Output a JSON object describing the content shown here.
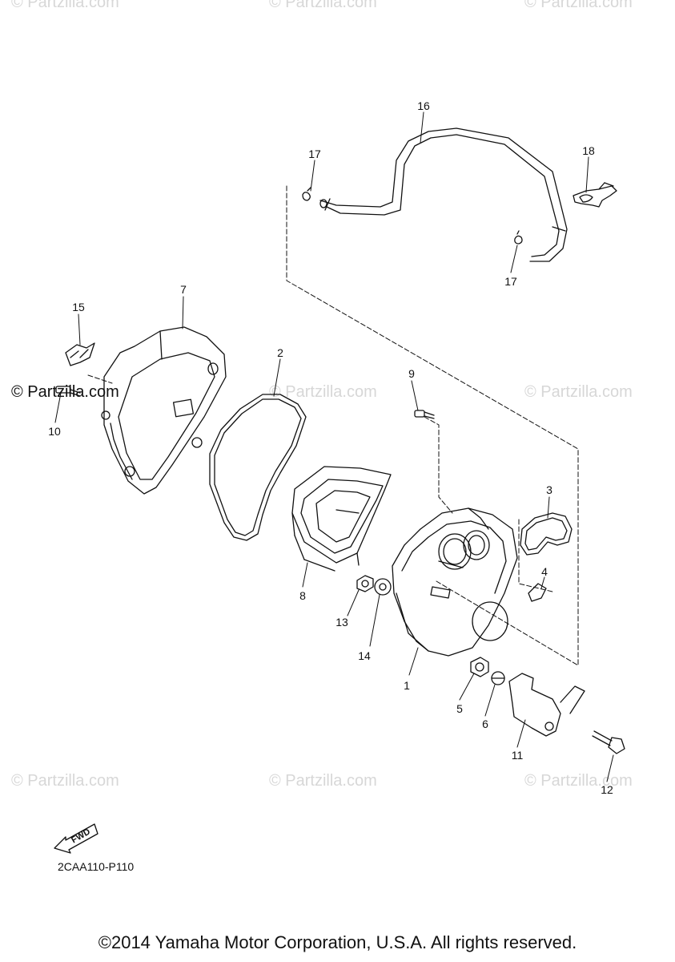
{
  "watermarks": {
    "top_left": "© Partzilla.com",
    "top_center": "© Partzilla.com",
    "top_right": "© Partzilla.com",
    "mid_left": "© Partzilla.com",
    "mid_center": "© Partzilla.com",
    "mid_right": "© Partzilla.com",
    "low_left": "© Partzilla.com",
    "low_center": "© Partzilla.com",
    "low_right": "© Partzilla.com"
  },
  "callouts": {
    "c1": "1",
    "c2": "2",
    "c3": "3",
    "c4": "4",
    "c5": "5",
    "c6": "6",
    "c7": "7",
    "c8": "8",
    "c9": "9",
    "c10": "10",
    "c11": "11",
    "c12": "12",
    "c13": "13",
    "c14": "14",
    "c15": "15",
    "c16": "16",
    "c17a": "17",
    "c17b": "17",
    "c18": "18"
  },
  "fwd_label": "FWD",
  "diagram_code": "2CAA110-P110",
  "copyright": "©2014 Yamaha Motor Corporation, U.S.A. All rights reserved."
}
